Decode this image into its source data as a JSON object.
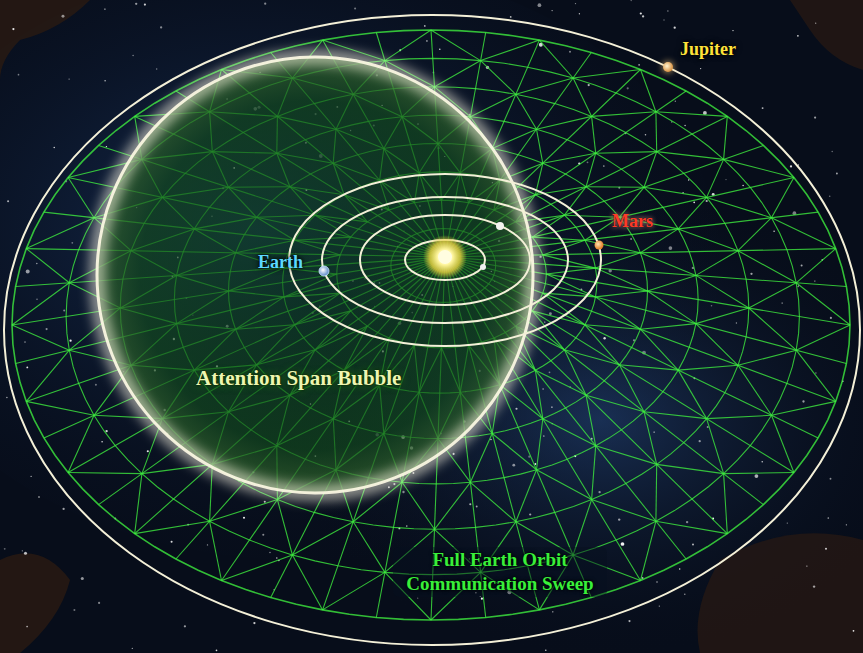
{
  "diagram": {
    "labels": [
      "Jupiter",
      "Mars",
      "Earth",
      "Attention Span Bubble",
      "Full Earth Orbit Communication Sweep"
    ]
  }
}
